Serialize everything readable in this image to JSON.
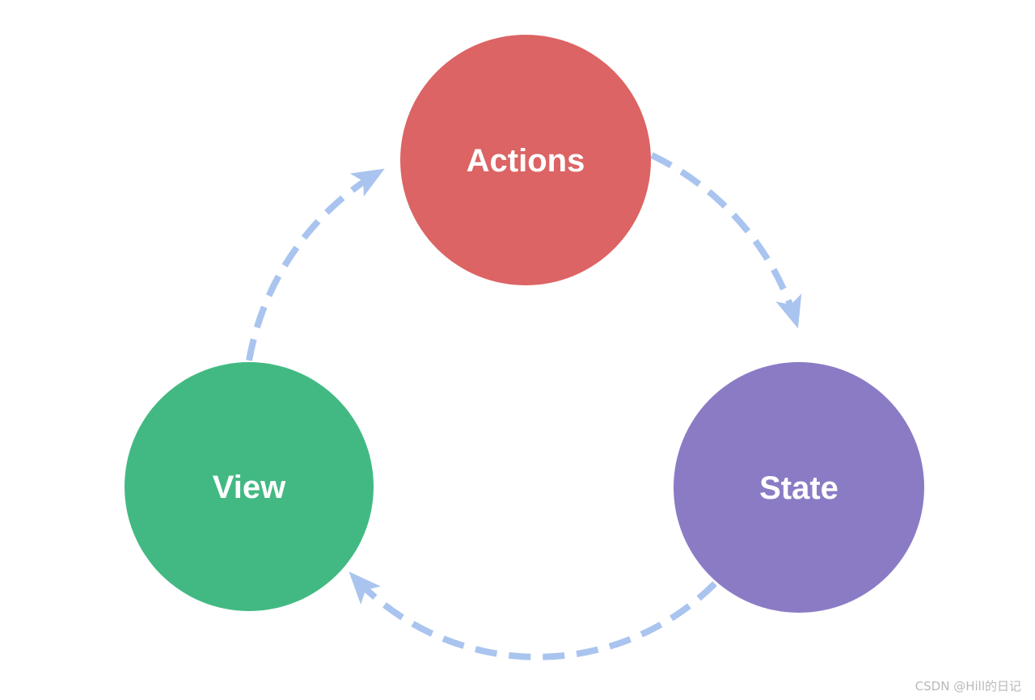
{
  "nodes": {
    "actions": {
      "label": "Actions",
      "color": "#dc6464"
    },
    "state": {
      "label": "State",
      "color": "#8b7bc5"
    },
    "view": {
      "label": "View",
      "color": "#42b983"
    }
  },
  "labels": {
    "color": "#ffffff"
  },
  "edges": {
    "color": "#a9c4ee",
    "style": "dashed",
    "items": [
      {
        "from": "Actions",
        "to": "State"
      },
      {
        "from": "State",
        "to": "View"
      },
      {
        "from": "View",
        "to": "Actions"
      }
    ]
  },
  "watermark": {
    "text": "CSDN @Hill的日记",
    "color": "#b9b9b9"
  }
}
